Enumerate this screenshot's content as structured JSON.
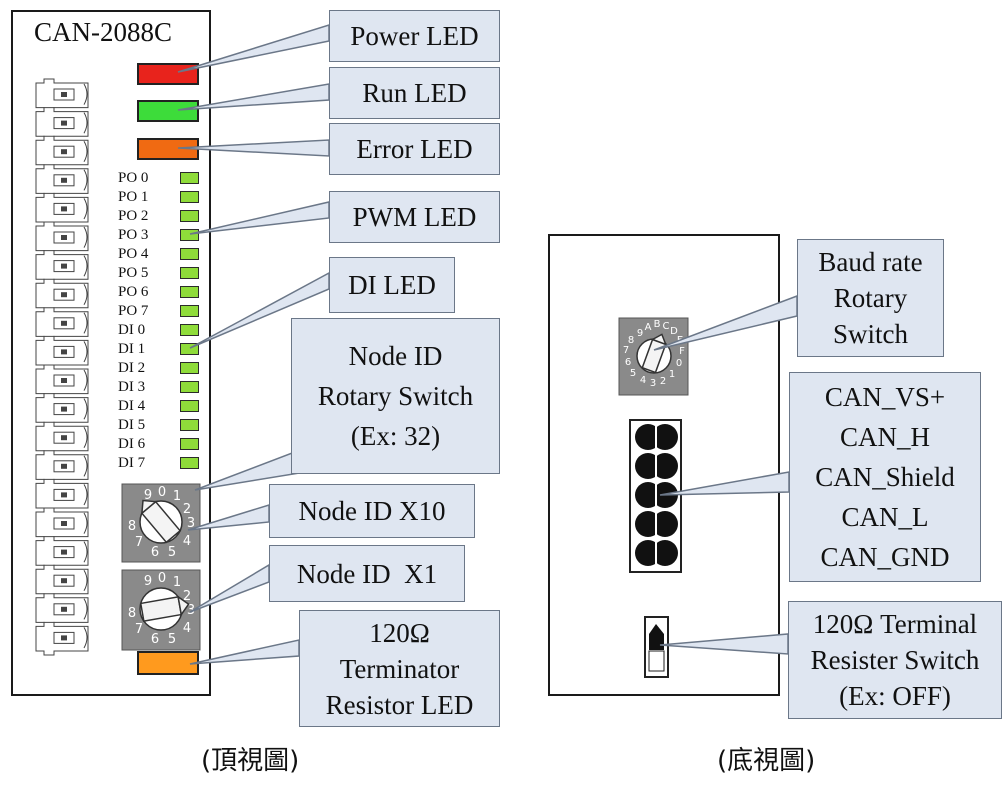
{
  "module": {
    "model": "CAN-2088C"
  },
  "top_view": {
    "caption": "(頂視圖)",
    "led_labels": [
      "PO 0",
      "PO 1",
      "PO 2",
      "PO 3",
      "PO 4",
      "PO 5",
      "PO 6",
      "PO 7",
      "DI  0",
      "DI  1",
      "DI  2",
      "DI  3",
      "DI  4",
      "DI  5",
      "DI  6",
      "DI  7"
    ],
    "callouts": {
      "power_led": "Power LED",
      "run_led": "Run LED",
      "error_led": "Error LED",
      "pwm_led": "PWM LED",
      "di_led": "DI LED",
      "node_id_rotary": [
        "Node ID",
        "Rotary Switch",
        "(Ex: 32)"
      ],
      "node_id_x10": "Node ID X10",
      "node_id_x1": "Node ID  X1",
      "terminator_led": [
        "120Ω",
        "Terminator",
        "Resistor LED"
      ]
    },
    "led_colors": {
      "power": "#e8231c",
      "run": "#3ddc3a",
      "error": "#f06a12",
      "terminator": "#ff9a1e",
      "io": "#8fdc3a"
    }
  },
  "bottom_view": {
    "caption": "(底視圖)",
    "callouts": {
      "baud_rate": [
        "Baud rate",
        "Rotary",
        "Switch"
      ],
      "can_pins": [
        "CAN_VS+",
        "CAN_H",
        "CAN_Shield",
        "CAN_L",
        "CAN_GND"
      ],
      "terminal_switch": [
        "120Ω Terminal",
        "Resister Switch",
        "(Ex: OFF)"
      ]
    }
  }
}
